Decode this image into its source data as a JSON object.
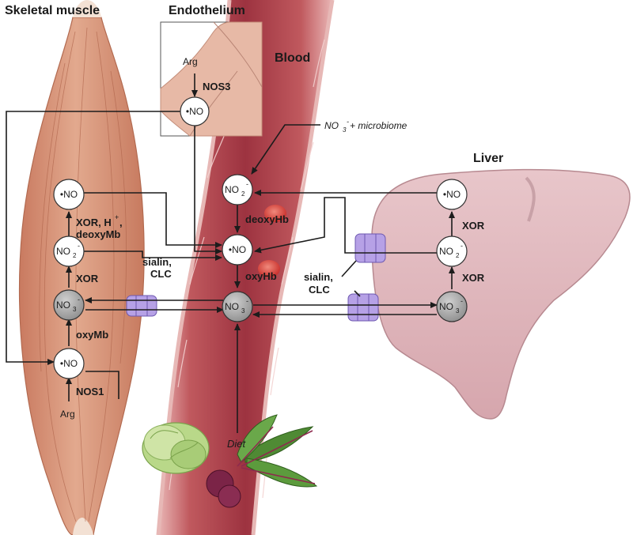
{
  "titles": {
    "skeletal_muscle": "Skeletal muscle",
    "endothelium": "Endothelium",
    "blood": "Blood",
    "liver": "Liver"
  },
  "nodes": {
    "no": "•NO",
    "no2": "NO",
    "no2_sub": "2",
    "no2_sup": "-",
    "no3": "NO",
    "no3_sub": "3",
    "no3_sup": "-"
  },
  "labels": {
    "arg": "Arg",
    "nos3": "NOS3",
    "nos1": "NOS1",
    "xor": "XOR",
    "xor_h": "XOR, H",
    "plus": "+",
    "comma": ",",
    "deoxymb": "deoxyMb",
    "oxymb": "oxyMb",
    "deoxyhb": "deoxyHb",
    "oxyhb": "oxyHb",
    "sialin": "sialin,",
    "clc": "CLC",
    "microbiome_no": "NO",
    "microbiome_sub": "3",
    "microbiome_sup": "-",
    "microbiome_rest": " + microbiome",
    "diet": "Diet"
  },
  "colors": {
    "muscle": "#d99a7e",
    "muscle_dark": "#b9674d",
    "vessel": "#c1656a",
    "vessel_dark": "#8c2a33",
    "liver": "#dfb6bb",
    "liver_edge": "#b78990",
    "transporter": "#b6a1e6",
    "node_gray": "#a9a9a9",
    "node_white": "#ffffff",
    "rbc": "#d9403c"
  }
}
